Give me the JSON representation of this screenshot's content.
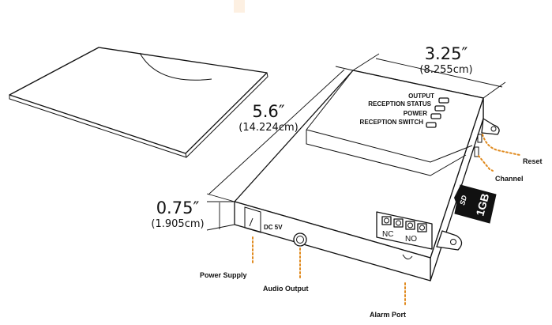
{
  "dimensions": {
    "width_main": "3.25″",
    "width_sub": "(8.255cm)",
    "length_main": "5.6″",
    "length_sub": "(14.224cm)",
    "height_main": "0.75″",
    "height_sub": "(1.905cm)"
  },
  "panel_labels": [
    "OUTPUT",
    "RECEPTION STATUS",
    "POWER",
    "RECEPTION SWITCH"
  ],
  "front_label": "DC 5V",
  "terminal_labels": {
    "nc": "NC",
    "no": "NO"
  },
  "sd_card": {
    "brand": "SD",
    "capacity": "1GB"
  },
  "callouts": {
    "reset": "Reset",
    "channel": "Channel",
    "power_supply": "Power Supply",
    "audio_output": "Audio Output",
    "alarm_port": "Alarm Port"
  },
  "colors": {
    "leader": "#e08a1e",
    "outline": "#111111"
  }
}
